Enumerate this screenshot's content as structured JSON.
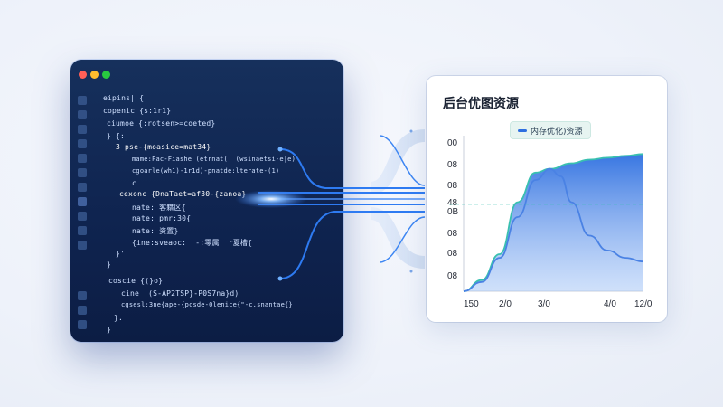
{
  "editor": {
    "lines": [
      {
        "text": "eipins| {"
      },
      {
        "text": "copenic {s:1r1}"
      },
      {
        "text": "ciumoe.{:rotsen>=coeted}"
      },
      {
        "text": "} {:"
      },
      {
        "text": "3 pse-{moasice=mat34}"
      },
      {
        "text": "mame:Pac-Fiashe (etrnat(  (wsinaetsi-e|e)"
      },
      {
        "text": "cgoarle(wh1)-1r1d)-pnatde:lterate-(1)"
      },
      {
        "text": "c"
      },
      {
        "text": "cexonc {DnaTaet=af30-{zanoa}"
      },
      {
        "text": "nate: 客籍区{"
      },
      {
        "text": "nate: pmr:30{"
      },
      {
        "text": "nate: 资置}"
      },
      {
        "text": "{ine:sveaoc:  -:零属  r夏槽{"
      },
      {
        "text": "}'"
      },
      {
        "text": "}"
      },
      {
        "text": "coscie {(}o}"
      },
      {
        "text": "cine  (S-AP2TSP}-P0S7na}d)"
      },
      {
        "text": "cgsesl:3ne{ape-{pcsde-0lenice{\"-c.snantae{}"
      },
      {
        "text": "}."
      },
      {
        "text": "}"
      }
    ]
  },
  "chart_card": {
    "title": "后台优图资源",
    "legend_label": "内存优化)资源"
  },
  "chart_data": {
    "type": "area",
    "title": "后台优图资源",
    "series": [
      {
        "name": "内存优化)资源",
        "color": "#2e6fe0",
        "x": [
          0,
          0.5,
          1,
          1.5,
          2,
          2.4,
          3,
          3.5,
          4,
          4.5,
          5
        ],
        "values": [
          0,
          6,
          20,
          48,
          64,
          66,
          69,
          71,
          72,
          73,
          74
        ]
      },
      {
        "name": "",
        "color": "#5a8fe8",
        "x": [
          0,
          0.5,
          1,
          1.5,
          2,
          2.4,
          2.7,
          3.0,
          3.5,
          4,
          4.5,
          5
        ],
        "values": [
          0,
          5,
          18,
          40,
          60,
          66,
          62,
          48,
          30,
          22,
          18,
          16
        ]
      }
    ],
    "threshold": {
      "value": 47,
      "color": "#39c0b0",
      "label": "0B"
    },
    "y_tick_labels": [
      "00",
      "08",
      "08",
      "48",
      "0B",
      "08",
      "08",
      "08"
    ],
    "x_tick_labels": [
      "150",
      "2/0",
      "3/0",
      "4/0",
      "12/0"
    ],
    "colors": {
      "accent": "#2e6fe0",
      "teal": "#39c0b0"
    }
  }
}
